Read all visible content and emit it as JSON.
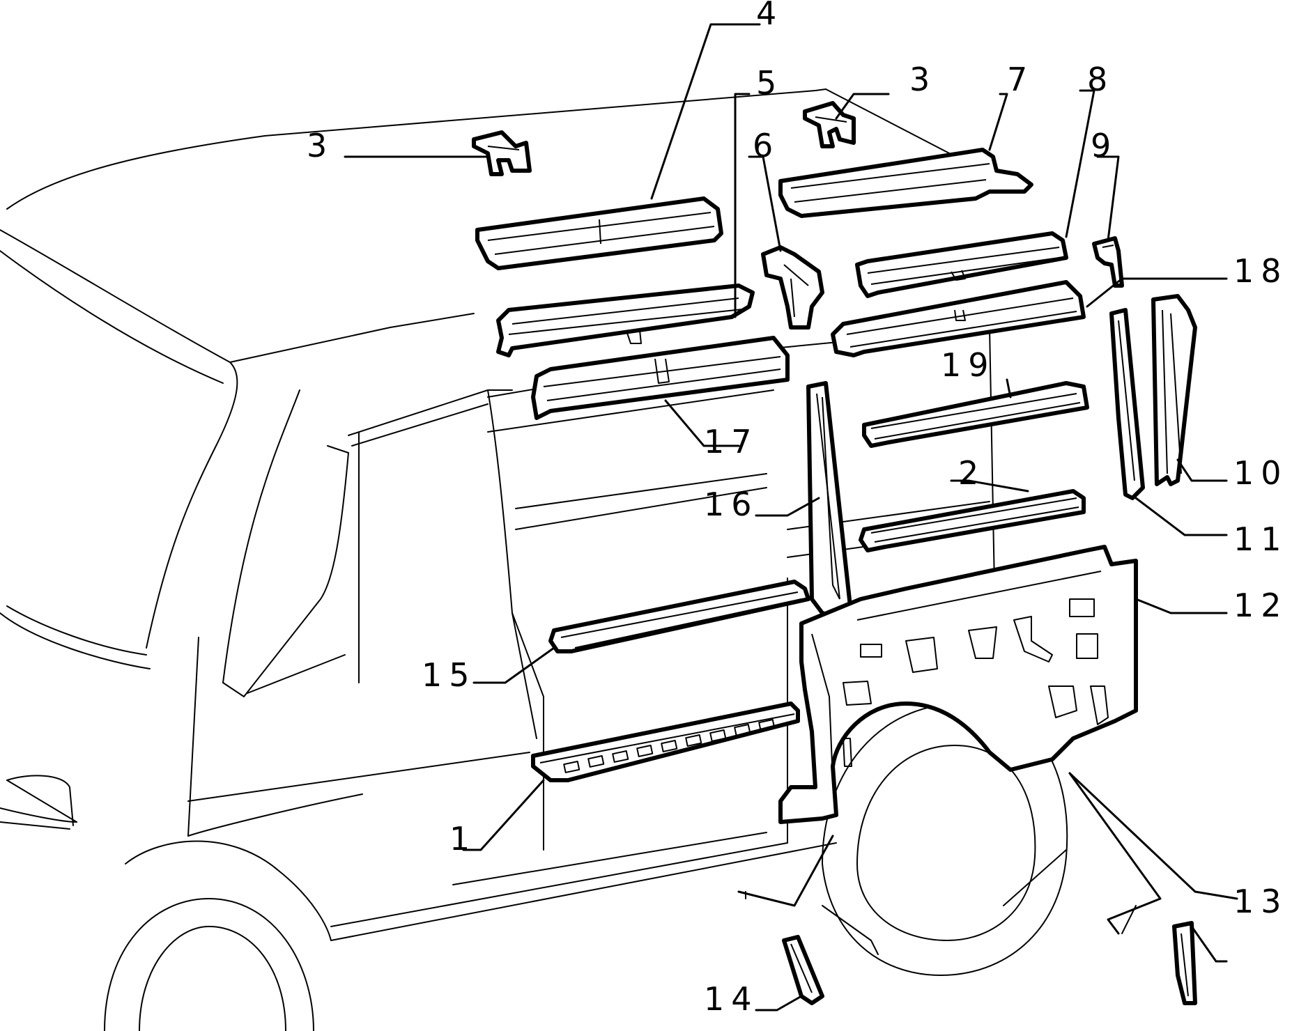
{
  "diagram": {
    "callouts": [
      {
        "id": "c1",
        "text": "1"
      },
      {
        "id": "c2",
        "text": "2"
      },
      {
        "id": "c3a",
        "text": "3"
      },
      {
        "id": "c3b",
        "text": "3"
      },
      {
        "id": "c4",
        "text": "4"
      },
      {
        "id": "c5",
        "text": "5"
      },
      {
        "id": "c6",
        "text": "6"
      },
      {
        "id": "c7",
        "text": "7"
      },
      {
        "id": "c8",
        "text": "8"
      },
      {
        "id": "c9",
        "text": "9"
      },
      {
        "id": "c10",
        "text": "10"
      },
      {
        "id": "c11",
        "text": "11"
      },
      {
        "id": "c12",
        "text": "12"
      },
      {
        "id": "c13",
        "text": "13"
      },
      {
        "id": "c14",
        "text": "14"
      },
      {
        "id": "c15",
        "text": "15"
      },
      {
        "id": "c16",
        "text": "16"
      },
      {
        "id": "c17",
        "text": "17"
      },
      {
        "id": "c18",
        "text": "18"
      },
      {
        "id": "c19",
        "text": "19"
      }
    ]
  }
}
